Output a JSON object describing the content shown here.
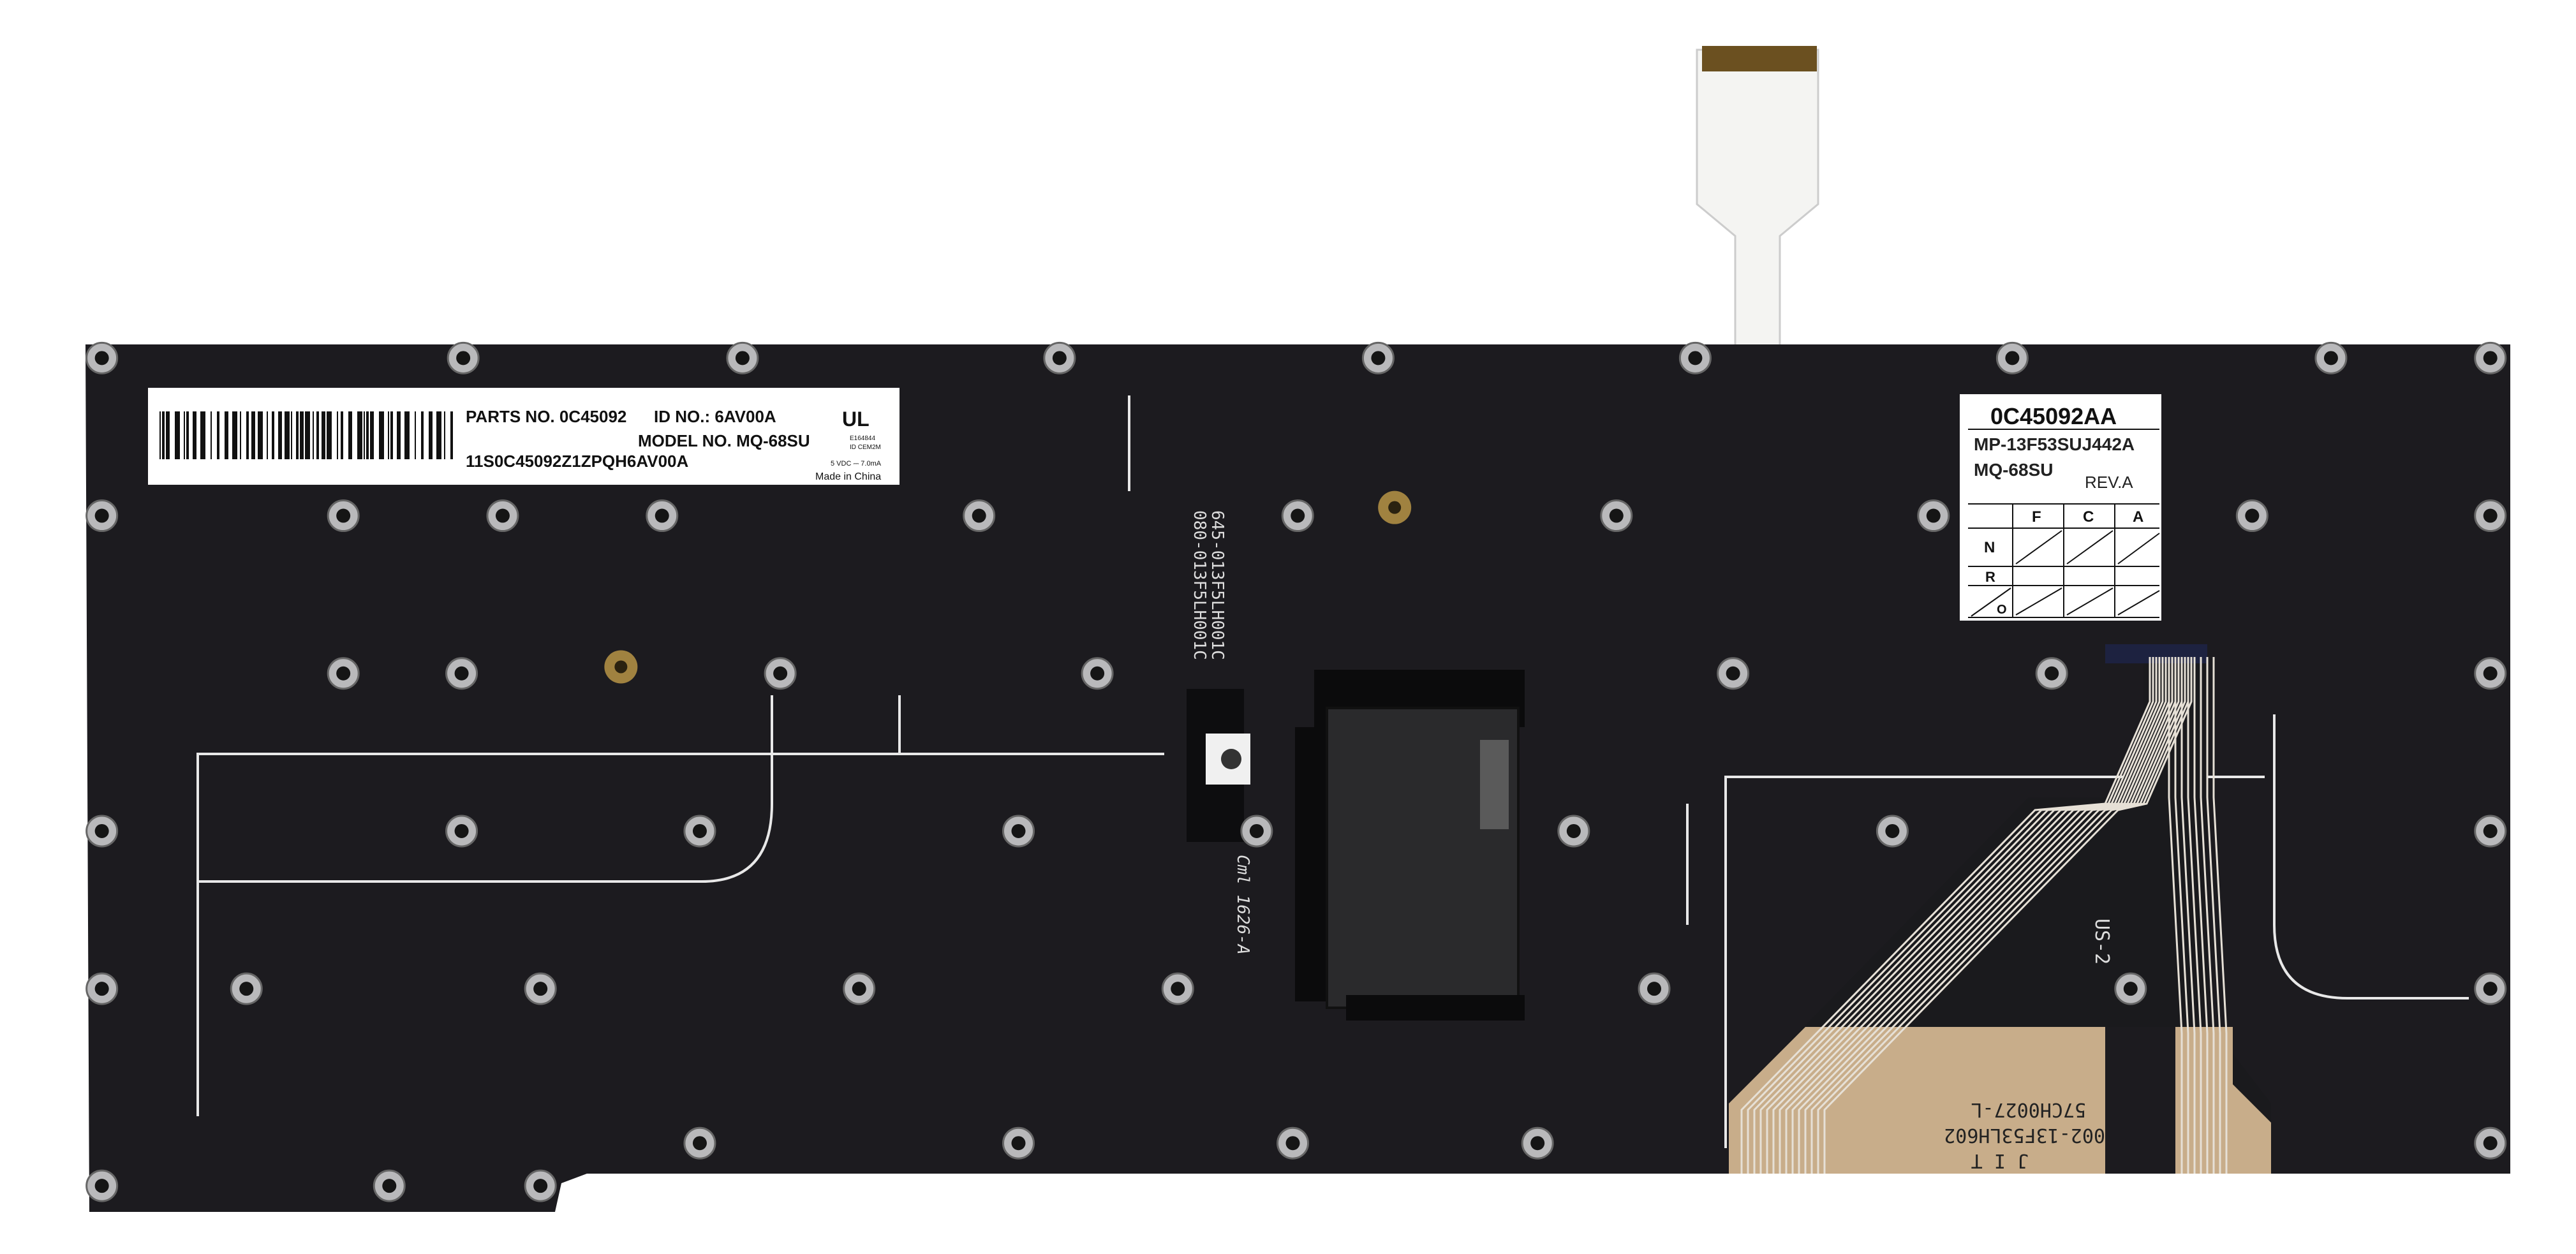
{
  "colors": {
    "background": "#ffffff",
    "plate": "#1c1b1f",
    "label": "#ffffff",
    "flex_cable": "#c8ad8a",
    "trace": "#e6e0d6",
    "screw": "#b9b9bb",
    "brass": "#a08240"
  },
  "left_label": {
    "parts_no": "PARTS NO. 0C45092",
    "id_no": "ID NO.: 6AV00A",
    "model_no": "MODEL NO. MQ-68SU",
    "serial": "11S0C45092Z1ZPQH6AV00A",
    "cert_code1": "E164844",
    "cert_code2": "ID CEM2M",
    "rating": "5 VDC ⎓ 7.0mA",
    "origin": "Made in China"
  },
  "right_label": {
    "part": "0C45092AA",
    "mp": "MP-13F53SUJ442A",
    "model": "MQ-68SU",
    "rev": "REV.A",
    "columns": [
      "F",
      "C",
      "A"
    ],
    "rows": [
      "N",
      "R",
      "O"
    ]
  },
  "silkscreen": {
    "line1": "645-013F5LH001C",
    "line2": "080-013F5LH001C",
    "cml": "Cml 1626-A",
    "us": "US-2"
  },
  "flex_print": {
    "line1": "57CH0027-L",
    "line2": "002-13F53LH602",
    "line3": "J I T"
  }
}
